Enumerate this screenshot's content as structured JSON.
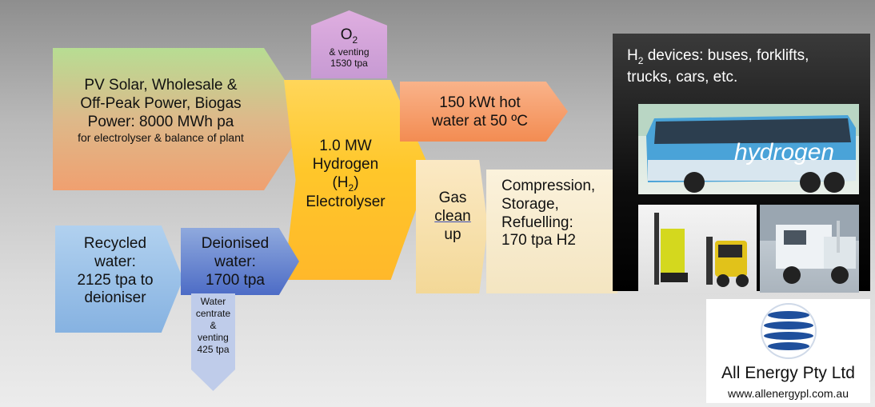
{
  "power_input": {
    "line1": "PV Solar, Wholesale &",
    "line2": "Off-Peak Power, Biogas",
    "line3": "Power: 8000 MWh pa",
    "line4": "for electrolyser & balance of plant"
  },
  "oxygen": {
    "formula": "O",
    "subscript": "2",
    "line2": "& venting",
    "line3": "1530 tpa"
  },
  "electrolyser": {
    "line1": "1.0 MW",
    "line2": "Hydrogen",
    "line3_prefix": "(H",
    "line3_sub": "2",
    "line3_suffix": ")",
    "line4": "Electrolyser"
  },
  "hot_water": {
    "line1": "150 kWt hot",
    "line2": "water at 50 ºC"
  },
  "gas_cleanup": {
    "line1": "Gas",
    "line2": "clean",
    "line3": "up"
  },
  "compression": {
    "line1": "Compression,",
    "line2": "Storage,",
    "line3": "Refuelling:",
    "line4": "170 tpa H2"
  },
  "recycled_water": {
    "line1": "Recycled",
    "line2": "water:",
    "line3": "2125 tpa to",
    "line4": "deioniser"
  },
  "deionised_water": {
    "line1": "Deionised",
    "line2": "water:",
    "line3": "1700 tpa"
  },
  "water_centrate": {
    "line1": "Water",
    "line2": "centrate",
    "line3": "&",
    "line4": "venting",
    "line5": "425 tpa"
  },
  "devices": {
    "title_prefix": "H",
    "title_sub": "2",
    "title_rest": " devices: buses, forklifts,",
    "title_line2": "trucks, cars, etc.",
    "bus_label": "hydrogen"
  },
  "logo": {
    "company": "All Energy Pty Ltd",
    "url": "www.allenergypl.com.au"
  },
  "colors": {
    "power": "#f0a070",
    "electrolyser": "#ffc72a",
    "oxygen": "#c79ad3",
    "hot_water": "#f38c52",
    "water": "#86b2e1",
    "deionised": "#4d6cc6",
    "panel": "#000000",
    "logo_blue": "#1f4f9c"
  }
}
